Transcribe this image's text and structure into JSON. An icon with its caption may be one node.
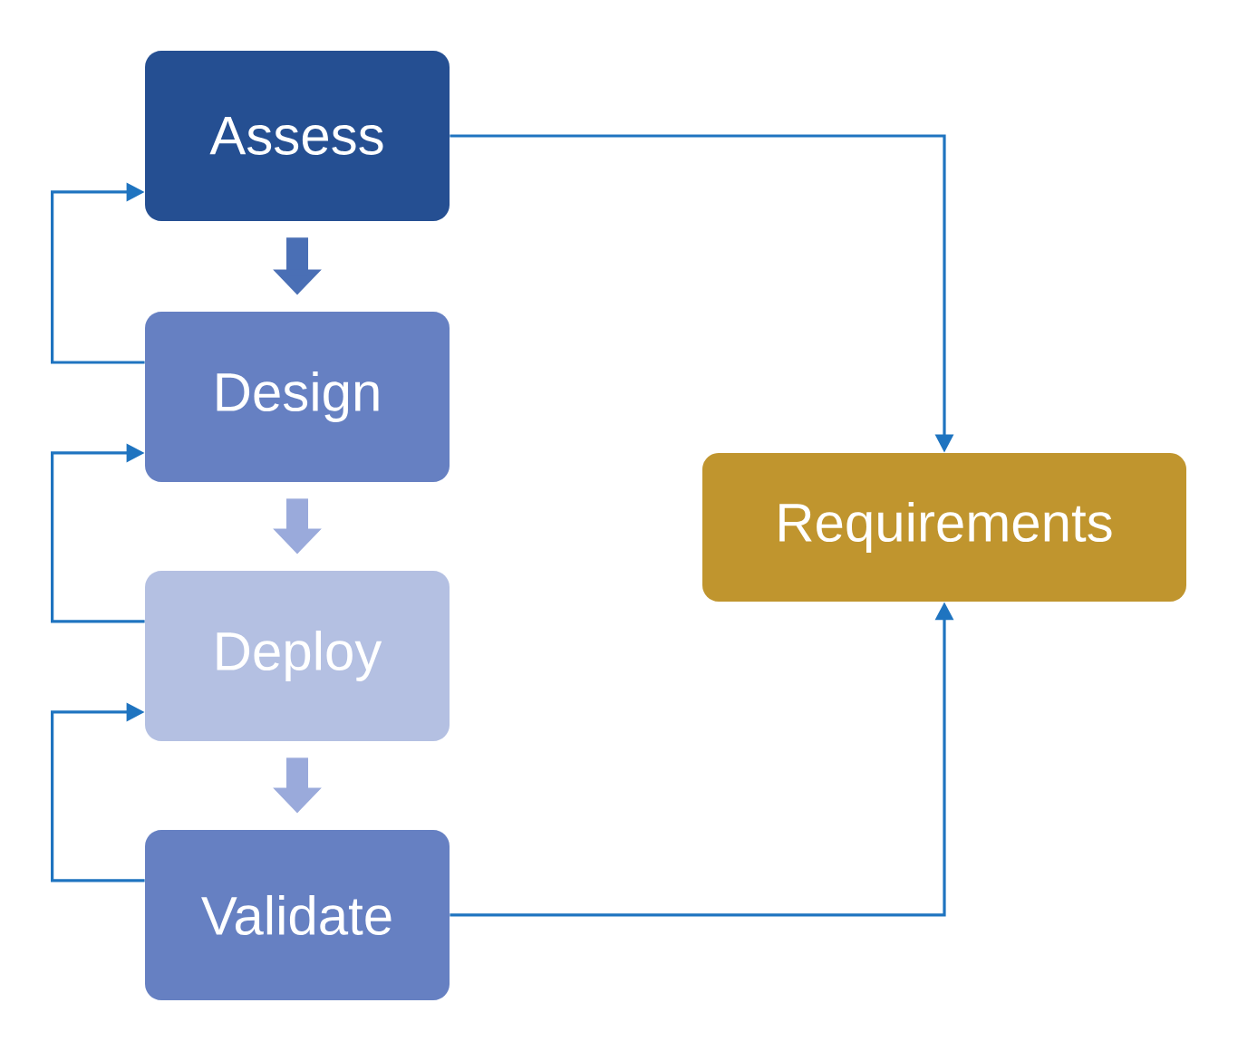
{
  "diagram": {
    "nodes": [
      {
        "text": [
          "Assess"
        ]
      },
      {
        "text": [
          "Design"
        ]
      },
      {
        "text": [
          "Deploy"
        ]
      },
      {
        "text": [
          "Validate"
        ]
      },
      {
        "text": [
          "Requirements"
        ]
      }
    ],
    "edges": [
      {
        "from": 0,
        "to": 1,
        "arrow": "to",
        "style": "thick",
        "color": "#4a6fb5"
      },
      {
        "from": 1,
        "to": 2,
        "arrow": "to",
        "style": "thick",
        "color": "#9aaadb"
      },
      {
        "from": 2,
        "to": 3,
        "arrow": "to",
        "style": "thick",
        "color": "#9aaadb"
      },
      {
        "from": 1,
        "to": 0,
        "arrow": "to"
      },
      {
        "from": 2,
        "to": 1,
        "arrow": "to"
      },
      {
        "from": 3,
        "to": 2,
        "arrow": "to"
      },
      {
        "from": 0,
        "to": 4,
        "arrow": "to"
      },
      {
        "from": 3,
        "to": 4,
        "arrow": "to"
      }
    ]
  }
}
